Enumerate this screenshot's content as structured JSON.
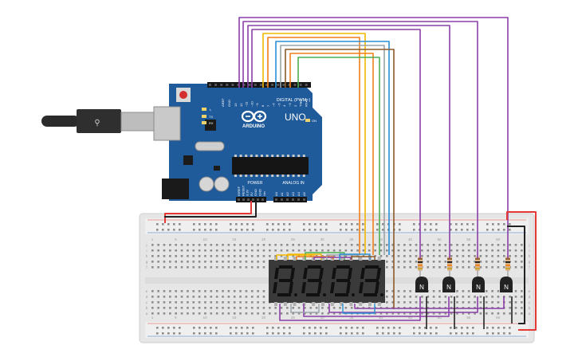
{
  "board": {
    "brand": "ARDUINO",
    "model": "UNO",
    "digital_header": "DIGITAL (PWM~)",
    "power_header": "POWER",
    "analog_header": "ANALOG IN",
    "led_labels": [
      "L",
      "TX",
      "RX"
    ],
    "on_label": "ON",
    "aref_label": "AREF",
    "gnd_label": "GND",
    "pin_labels": [
      "13",
      "12",
      "~11",
      "~10",
      "~9",
      "8",
      "7",
      "~6",
      "~5",
      "4",
      "~3",
      "2",
      "TX▸1",
      "RX◂0"
    ],
    "power_pins": [
      "IOREF",
      "RESET",
      "3.3V",
      "5V",
      "GND",
      "GND",
      "Vin"
    ],
    "analog_pins": [
      "A0",
      "A1",
      "A2",
      "A3",
      "A4",
      "A5"
    ]
  },
  "breadboard": {
    "column_numbers": [
      "1",
      "5",
      "10",
      "15",
      "20",
      "25",
      "30",
      "35",
      "40",
      "45",
      "50",
      "55",
      "60"
    ],
    "row_letters_top": [
      "j",
      "i",
      "h",
      "g",
      "f"
    ],
    "row_letters_bottom": [
      "e",
      "d",
      "c",
      "b",
      "a"
    ]
  },
  "transistors": [
    "N",
    "N",
    "N",
    "N"
  ],
  "colors": {
    "board": "#1f5a9a",
    "wire_purple": "#8a3fa8",
    "wire_yellow": "#f2b800",
    "wire_orange": "#f07f1a",
    "wire_blue": "#2a8fd6",
    "wire_gray": "#9aa3aa",
    "wire_brown": "#8b5a2b",
    "wire_green": "#4caf50",
    "wire_red": "#e53935",
    "wire_black": "#222222"
  }
}
